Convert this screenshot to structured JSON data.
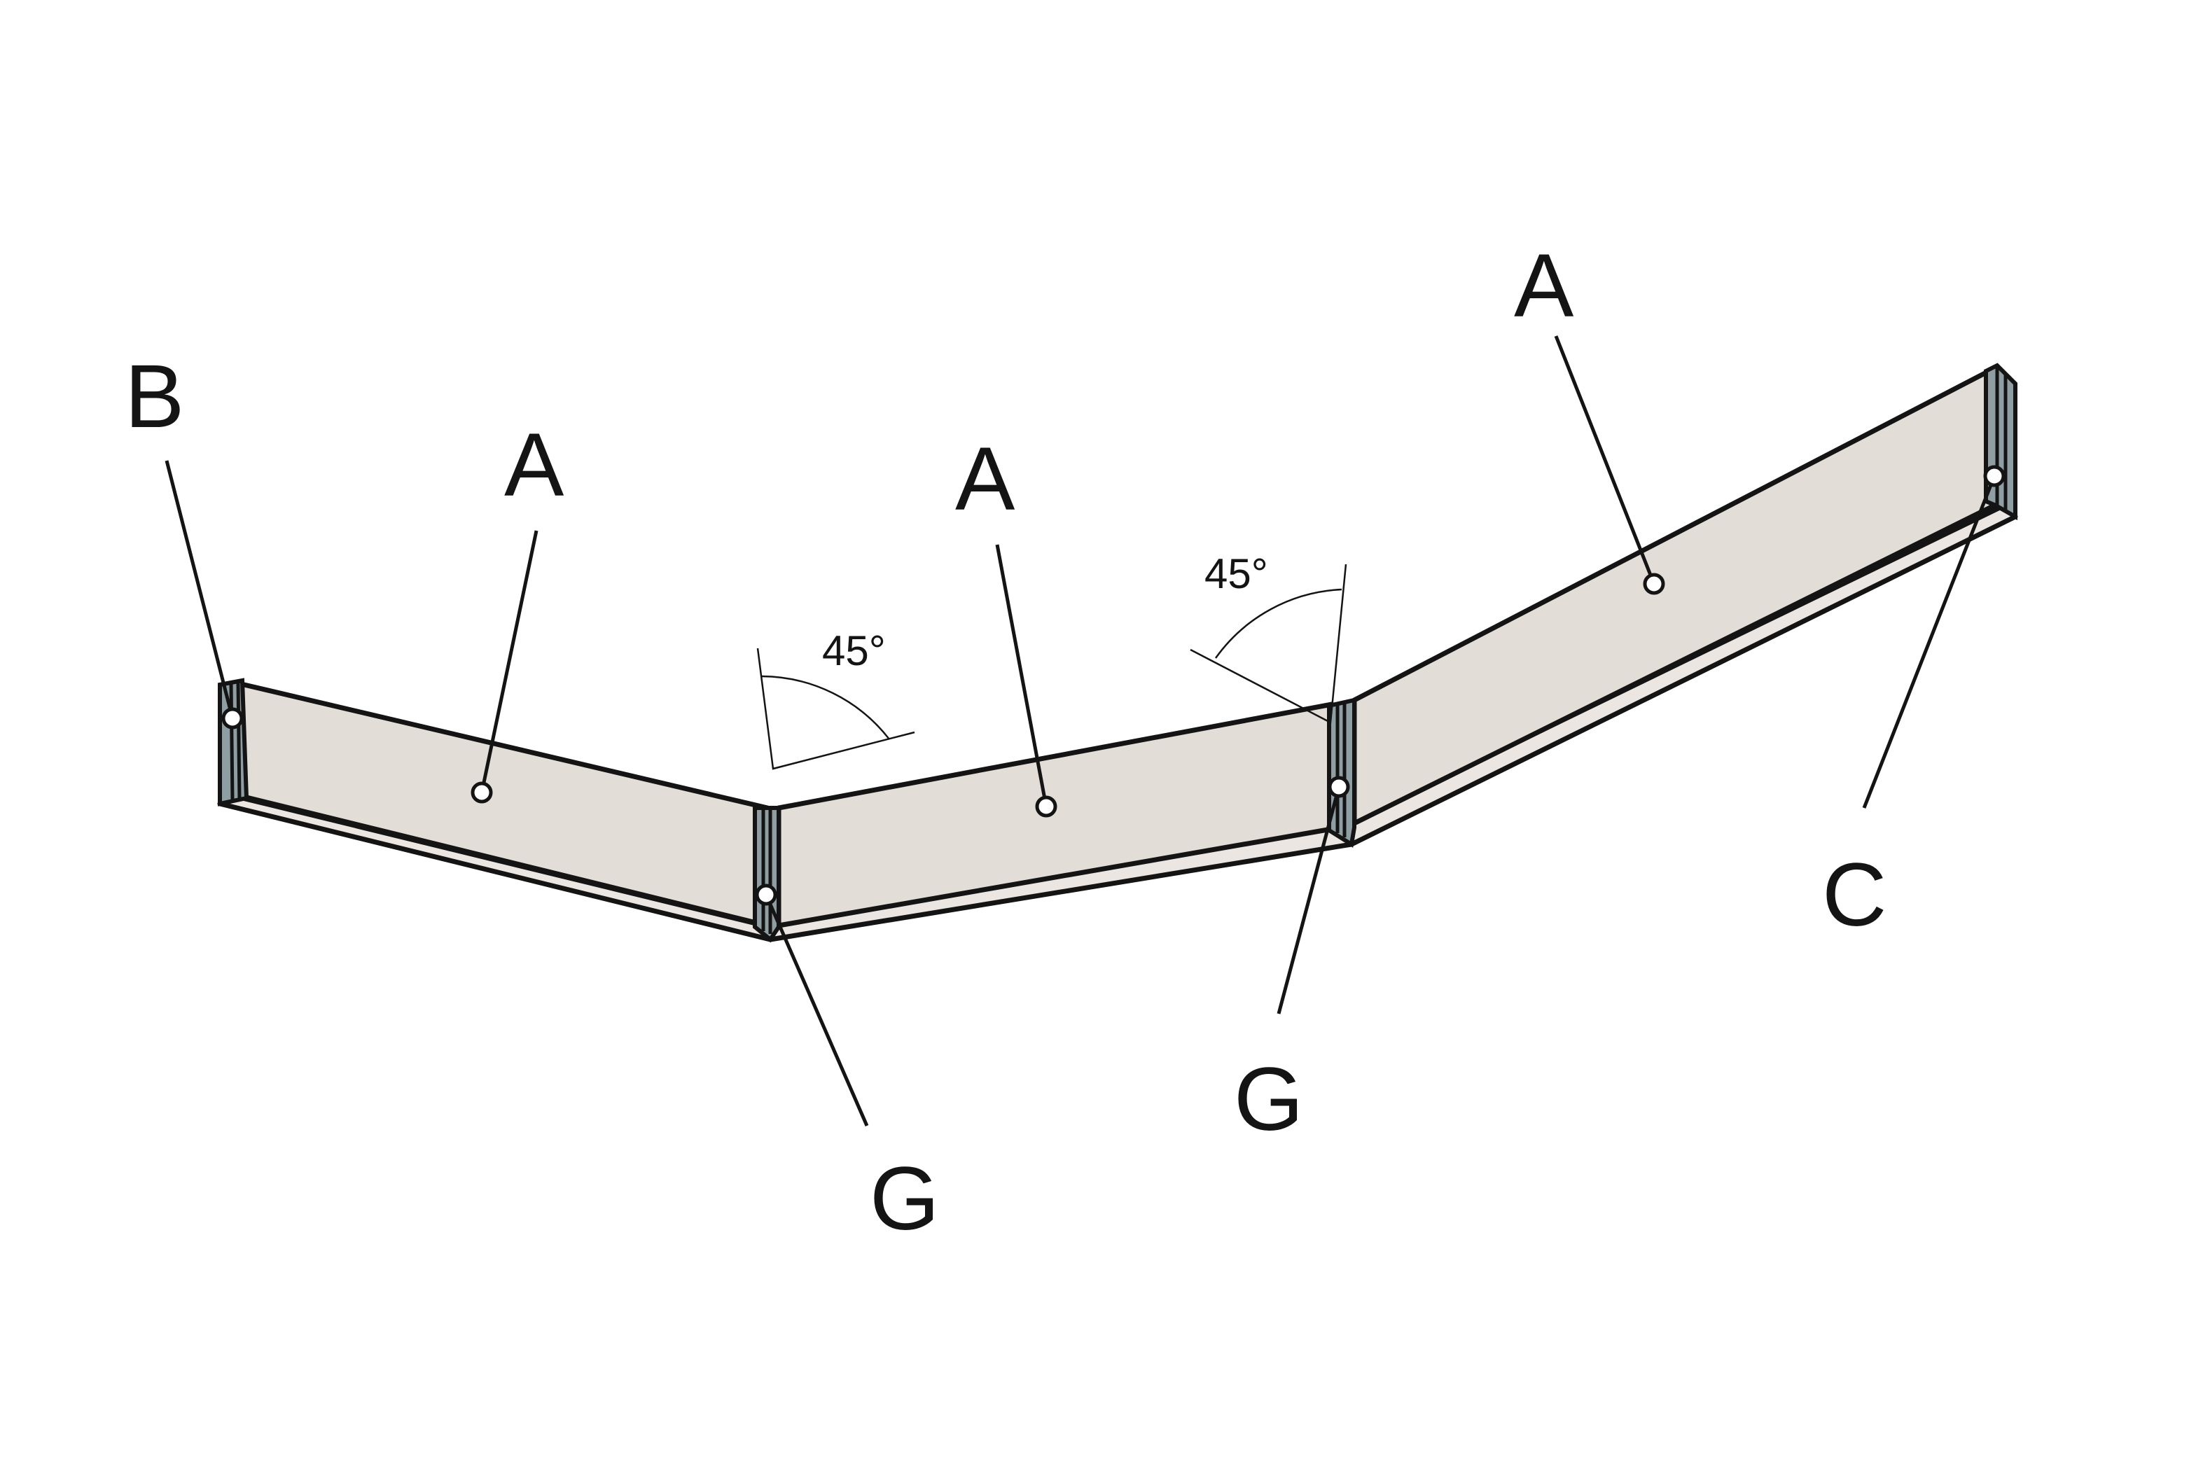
{
  "labels": {
    "b": "B",
    "a1": "A",
    "a2": "A",
    "a3": "A",
    "g1": "G",
    "g2": "G",
    "c": "C"
  },
  "angles": {
    "left": "45°",
    "right": "45°"
  }
}
